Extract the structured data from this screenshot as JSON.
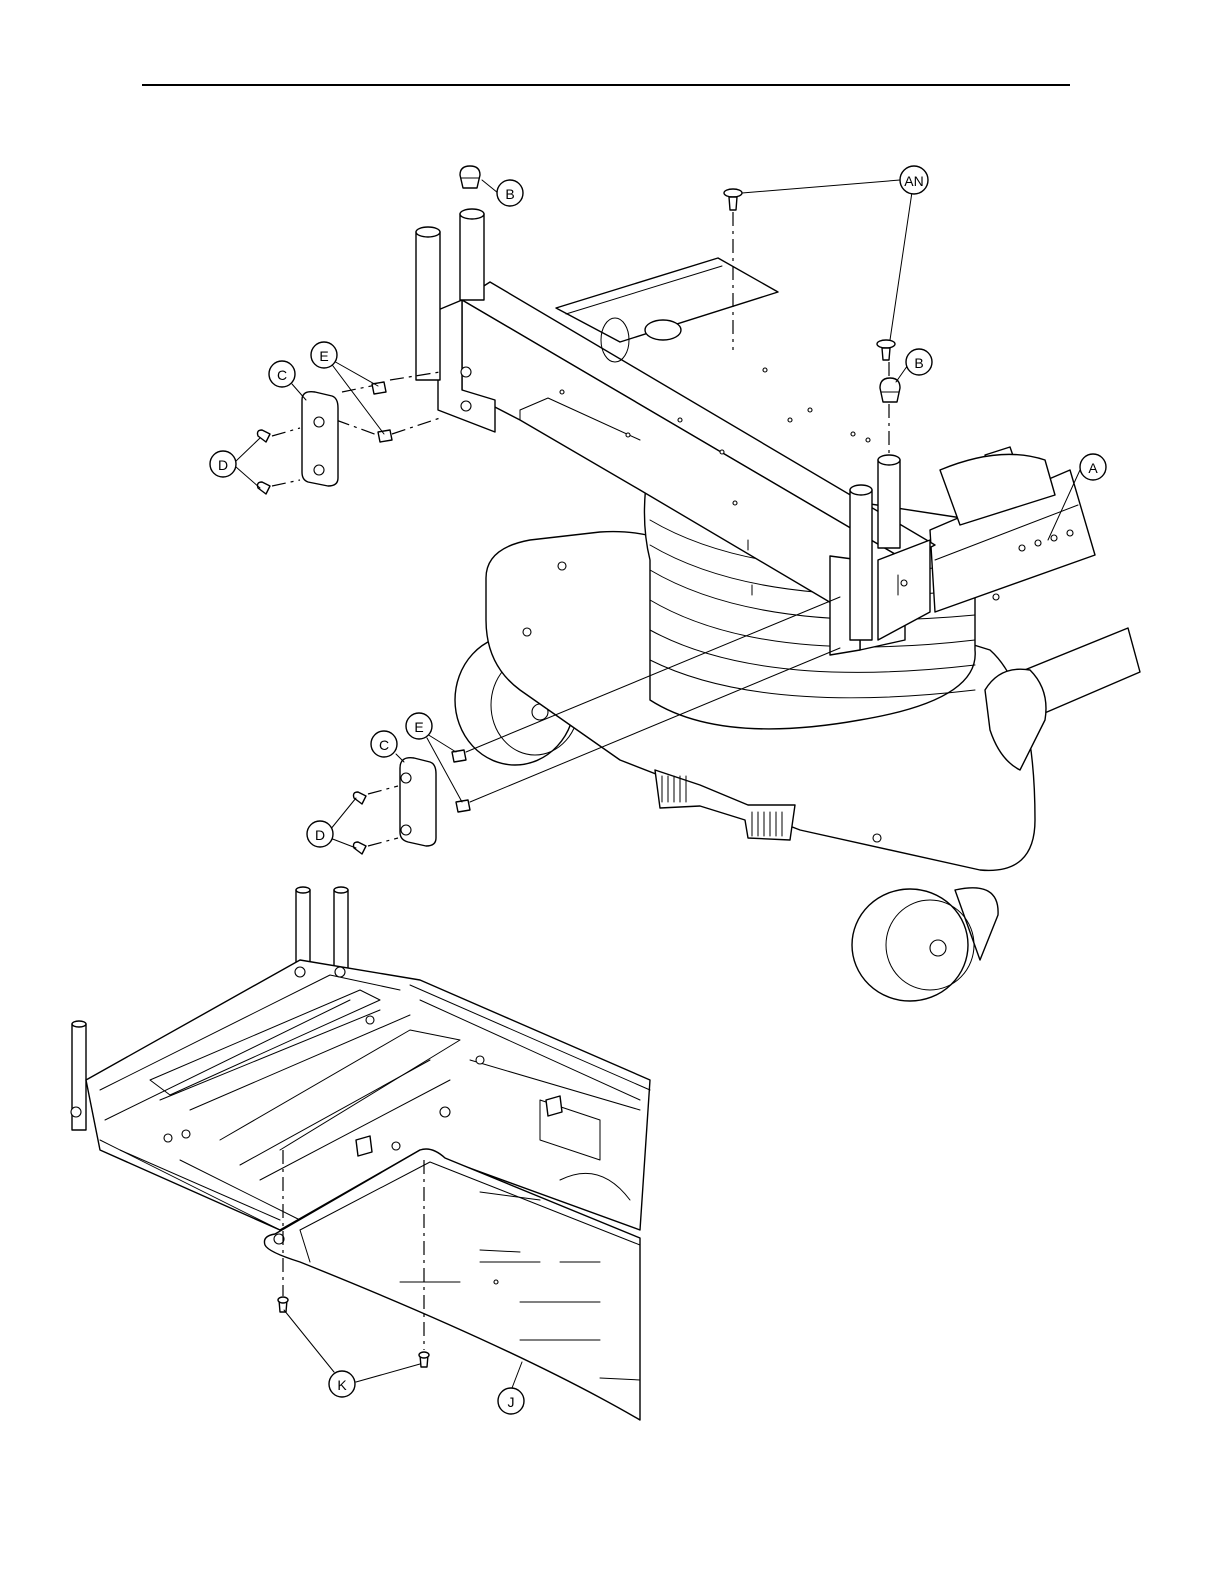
{
  "callouts": {
    "b_top": "B",
    "an": "AN",
    "b_right": "B",
    "a": "A",
    "e_top": "E",
    "c_top": "C",
    "d_top": "D",
    "e_bottom": "E",
    "c_bottom": "C",
    "d_bottom": "D",
    "k": "K",
    "j": "J"
  }
}
